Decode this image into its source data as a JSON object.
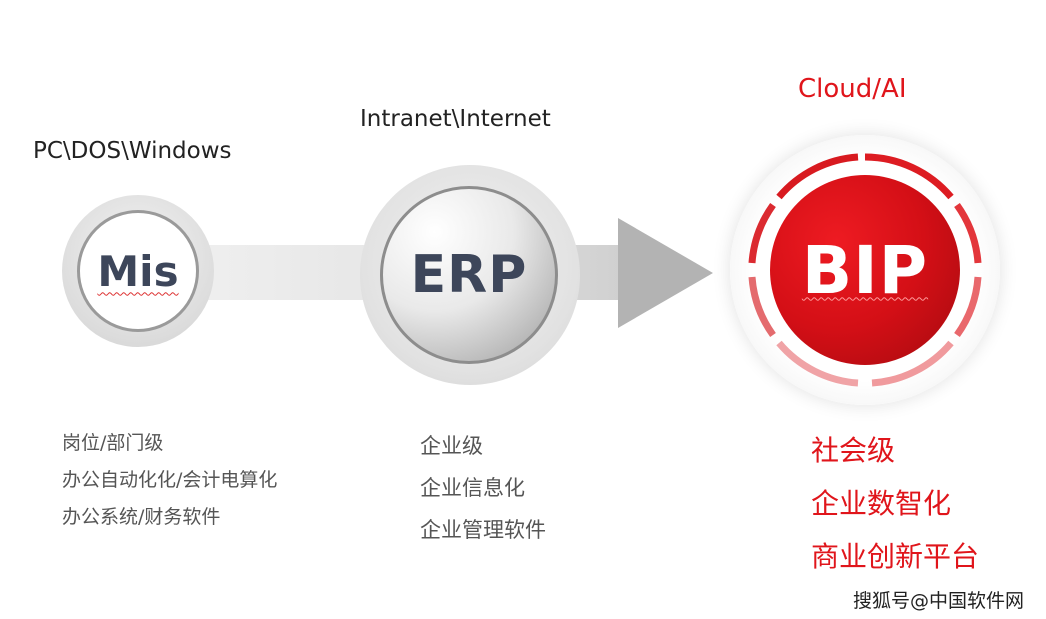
{
  "stages": [
    {
      "name": "Mis",
      "era": "PC\\DOS\\Windows",
      "features": [
        "岗位/部门级",
        "办公自动化化/会计电算化",
        "办公系统/财务软件"
      ]
    },
    {
      "name": "ERP",
      "era": "Intranet\\Internet",
      "features": [
        "企业级",
        "企业信息化",
        "企业管理软件"
      ]
    },
    {
      "name": "BIP",
      "era": "Cloud/AI",
      "features": [
        "社会级",
        "企业数智化",
        "商业创新平台"
      ]
    }
  ],
  "watermark": "搜狐号@中国软件网",
  "colors": {
    "accent_red": "#e0151b",
    "node_text": "#3d465a",
    "body_text": "#555555"
  }
}
